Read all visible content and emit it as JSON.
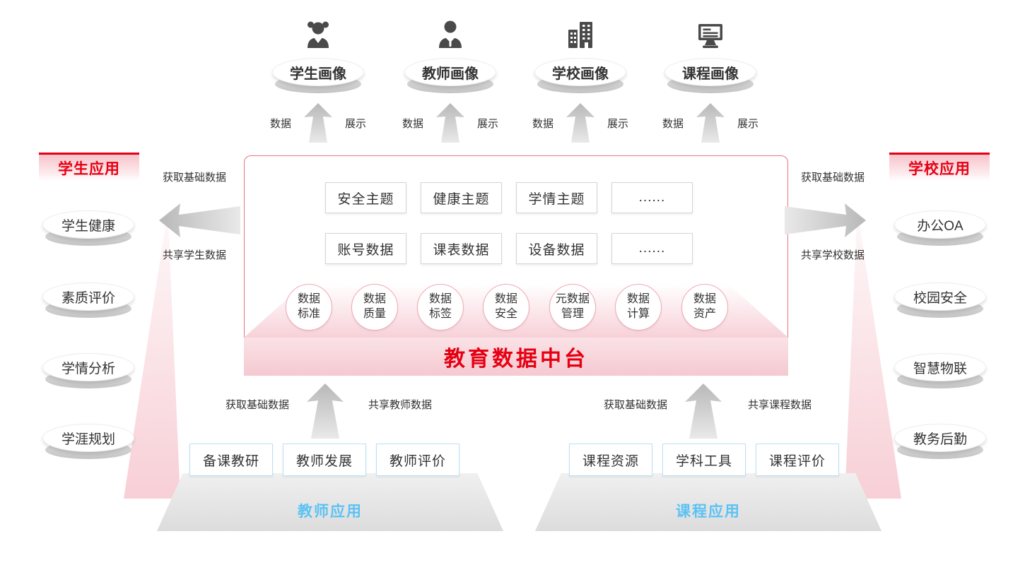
{
  "colors": {
    "accent_red": "#e60012",
    "banner_pink": "#f5c9d1",
    "app_blue": "#5bc2f4",
    "arrow_gray": "#c9c9c9"
  },
  "top_portraits": [
    {
      "label": "学生画像",
      "icon": "student-icon",
      "left_label": "数据",
      "right_label": "展示"
    },
    {
      "label": "教师画像",
      "icon": "teacher-icon",
      "left_label": "数据",
      "right_label": "展示"
    },
    {
      "label": "学校画像",
      "icon": "school-icon",
      "left_label": "数据",
      "right_label": "展示"
    },
    {
      "label": "课程画像",
      "icon": "course-icon",
      "left_label": "数据",
      "right_label": "展示"
    }
  ],
  "center": {
    "banner_title": "教育数据中台",
    "theme_boxes": [
      "安全主题",
      "健康主题",
      "学情主题",
      "......"
    ],
    "data_boxes": [
      "账号数据",
      "课表数据",
      "设备数据",
      "......"
    ],
    "capability_circles": [
      "数据\n标准",
      "数据\n质量",
      "数据\n标签",
      "数据\n安全",
      "元数据\n管理",
      "数据\n计算",
      "数据\n资产"
    ]
  },
  "left_panel": {
    "title": "学生应用",
    "get_label": "获取基础数据",
    "share_label": "共享学生数据",
    "items": [
      "学生健康",
      "素质评价",
      "学情分析",
      "学涯规划"
    ]
  },
  "right_panel": {
    "title": "学校应用",
    "get_label": "获取基础数据",
    "share_label": "共享学校数据",
    "items": [
      "办公OA",
      "校园安全",
      "智慧物联",
      "教务后勤"
    ]
  },
  "bottom_groups": [
    {
      "title": "教师应用",
      "get_label": "获取基础数据",
      "share_label": "共享教师数据",
      "items": [
        "备课教研",
        "教师发展",
        "教师评价"
      ]
    },
    {
      "title": "课程应用",
      "get_label": "获取基础数据",
      "share_label": "共享课程数据",
      "items": [
        "课程资源",
        "学科工具",
        "课程评价"
      ]
    }
  ]
}
